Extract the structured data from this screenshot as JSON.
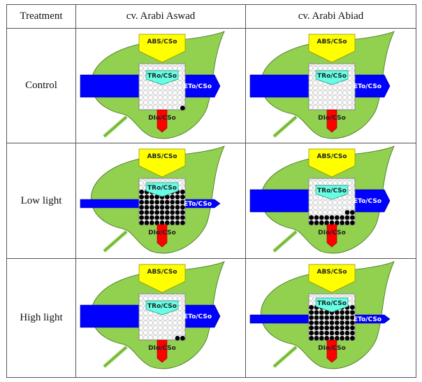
{
  "table": {
    "headers": [
      "Treatment",
      "cv. Arabi Aswad",
      "cv. Arabi Abiad"
    ],
    "rows": [
      {
        "treatment": "Control"
      },
      {
        "treatment": "Low light"
      },
      {
        "treatment": "High light"
      }
    ]
  },
  "labels": {
    "abs": "ABS/CSo",
    "tr": "TRo/CSo",
    "et": "ETo/CSo",
    "di": "DIo/CSo"
  },
  "colors": {
    "leaf": "#92d050",
    "abs": "#ffff00",
    "tr": "#66ffe6",
    "et": "#0000ff",
    "di": "#ff0000",
    "rc_open": "#ffffff",
    "rc_closed": "#000000"
  },
  "models": [
    {
      "row": "Control",
      "cultivar": "cv. Arabi Aswad",
      "et_width": "wide",
      "closed_rc_rows": 0,
      "closed_rc_extra": 1
    },
    {
      "row": "Control",
      "cultivar": "cv. Arabi Abiad",
      "et_width": "wide",
      "closed_rc_rows": 0,
      "closed_rc_extra": 0
    },
    {
      "row": "Low light",
      "cultivar": "cv. Arabi Aswad",
      "et_width": "thin",
      "closed_rc_rows": 7,
      "closed_rc_extra": 0
    },
    {
      "row": "Low light",
      "cultivar": "cv. Arabi Abiad",
      "et_width": "wide",
      "closed_rc_rows": 2,
      "closed_rc_extra": 2
    },
    {
      "row": "High light",
      "cultivar": "cv. Arabi Aswad",
      "et_width": "wide",
      "closed_rc_rows": 0,
      "closed_rc_extra": 2
    },
    {
      "row": "High light",
      "cultivar": "cv. Arabi Abiad",
      "et_width": "thin",
      "closed_rc_rows": 7,
      "closed_rc_extra": 0
    }
  ]
}
